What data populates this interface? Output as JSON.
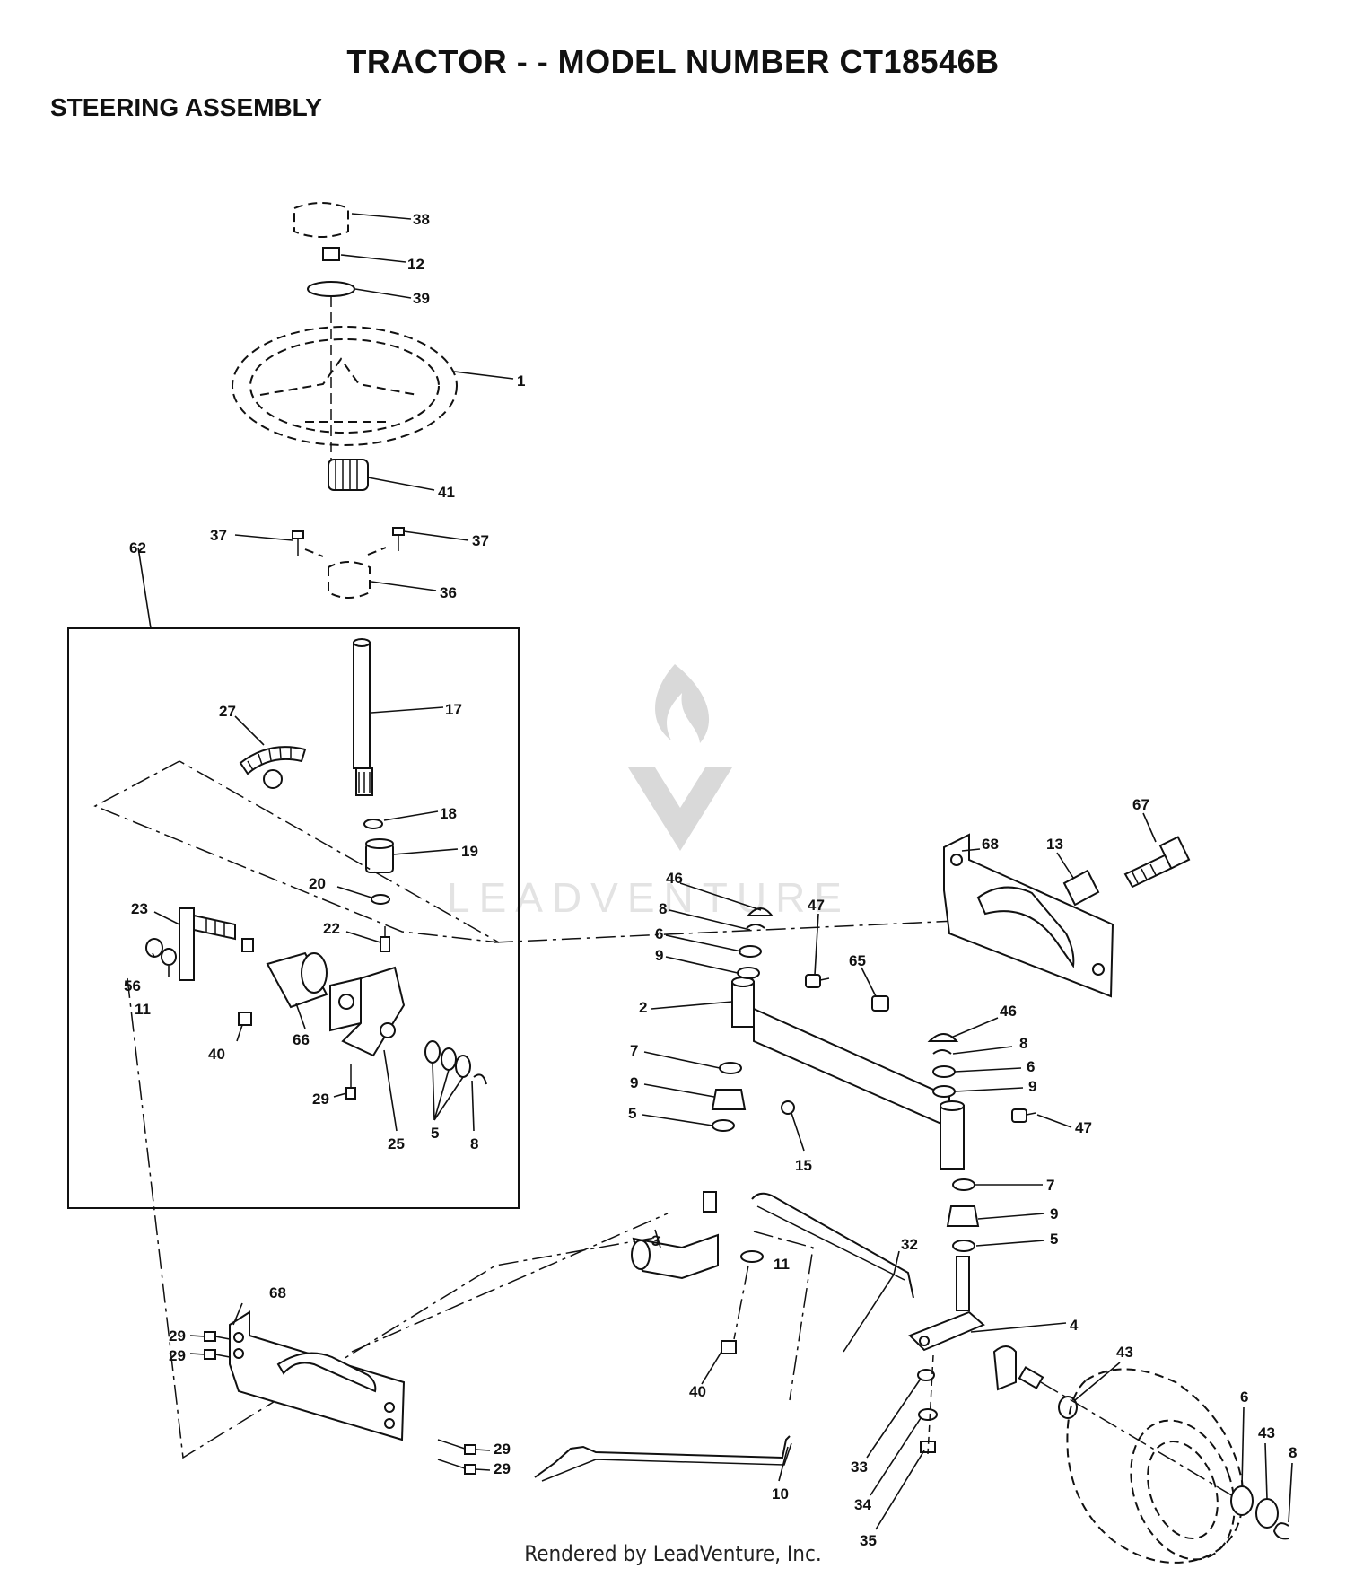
{
  "header": {
    "title": "TRACTOR - - MODEL NUMBER CT18546B",
    "subtitle": "STEERING ASSEMBLY"
  },
  "watermark": {
    "text": "LEADVENTURE"
  },
  "footer": {
    "text": "Rendered by LeadVenture, Inc."
  },
  "callouts": {
    "c38": "38",
    "c12": "12",
    "c39": "39",
    "c1": "1",
    "c41": "41",
    "c37a": "37",
    "c37b": "37",
    "c36": "36",
    "c62": "62",
    "c17": "17",
    "c27": "27",
    "c18": "18",
    "c19": "19",
    "c20": "20",
    "c22": "22",
    "c23": "23",
    "c56": "56",
    "c11a": "11",
    "c40a": "40",
    "c66": "66",
    "c29a": "29",
    "c25": "25",
    "c5a": "5",
    "c8a": "8",
    "c68a": "68",
    "c67": "67",
    "c13": "13",
    "c46a": "46",
    "c8b": "8",
    "c6a": "6",
    "c9a": "9",
    "c47a": "47",
    "c65": "65",
    "c2": "2",
    "c7a": "7",
    "c9b": "9",
    "c5b": "5",
    "c15": "15",
    "c46b": "46",
    "c8c": "8",
    "c6b": "6",
    "c9c": "9",
    "c47b": "47",
    "c7b": "7",
    "c9d": "9",
    "c5c": "5",
    "c3": "3",
    "c32": "32",
    "c11b": "11",
    "c4": "4",
    "c40b": "40",
    "c68b": "68",
    "c29b": "29",
    "c29c": "29",
    "c29d": "29",
    "c29e": "29",
    "c43a": "43",
    "c33": "33",
    "c34": "34",
    "c35": "35",
    "c10": "10",
    "c6c": "6",
    "c43b": "43",
    "c8d": "8"
  }
}
